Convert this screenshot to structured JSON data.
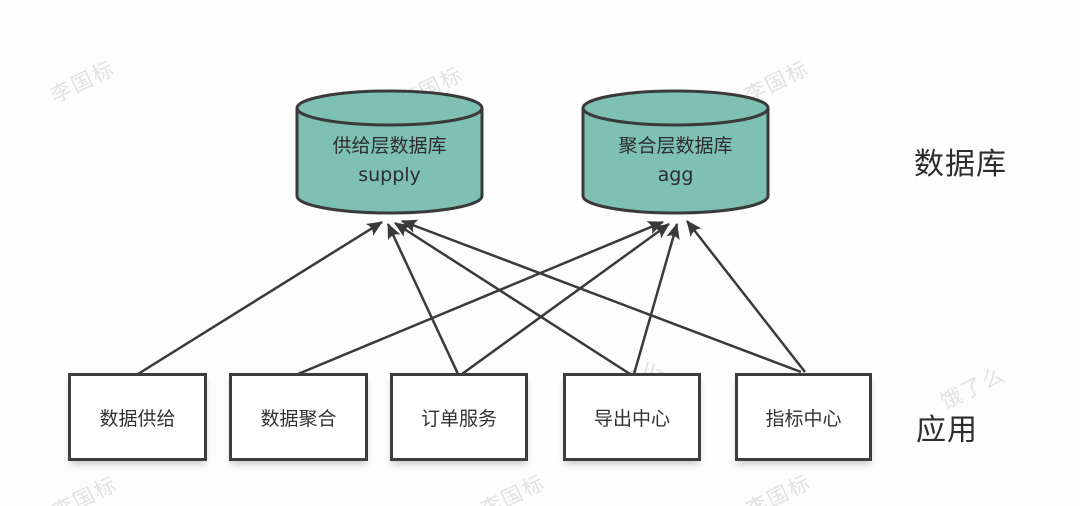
{
  "diagram": {
    "side_labels": {
      "databases": "数据库",
      "apps": "应用"
    },
    "databases": [
      {
        "id": "supply",
        "name": "供给层数据库",
        "subtitle": "supply"
      },
      {
        "id": "agg",
        "name": "聚合层数据库",
        "subtitle": "agg"
      }
    ],
    "apps": [
      {
        "label": "数据供给"
      },
      {
        "label": "数据聚合"
      },
      {
        "label": "订单服务"
      },
      {
        "label": "导出中心"
      },
      {
        "label": "指标中心"
      }
    ],
    "connections": [
      {
        "from": "数据供给",
        "to": "supply"
      },
      {
        "from": "数据聚合",
        "to": "agg"
      },
      {
        "from": "订单服务",
        "to": "supply"
      },
      {
        "from": "订单服务",
        "to": "agg"
      },
      {
        "from": "导出中心",
        "to": "supply"
      },
      {
        "from": "导出中心",
        "to": "agg"
      },
      {
        "from": "指标中心",
        "to": "supply"
      },
      {
        "from": "指标中心",
        "to": "agg"
      }
    ],
    "colors": {
      "cylinder_fill": "#7ec1b2",
      "stroke": "#3a3a3a",
      "box_border": "#3d3d3d",
      "text": "#2f2f2f",
      "watermark": "#e2e2e2"
    }
  },
  "watermarks": [
    "李国标",
    "李国标",
    "李国标",
    "饿了么",
    "饿了么",
    "饿了么",
    "李国标",
    "李国标",
    "李国标"
  ]
}
